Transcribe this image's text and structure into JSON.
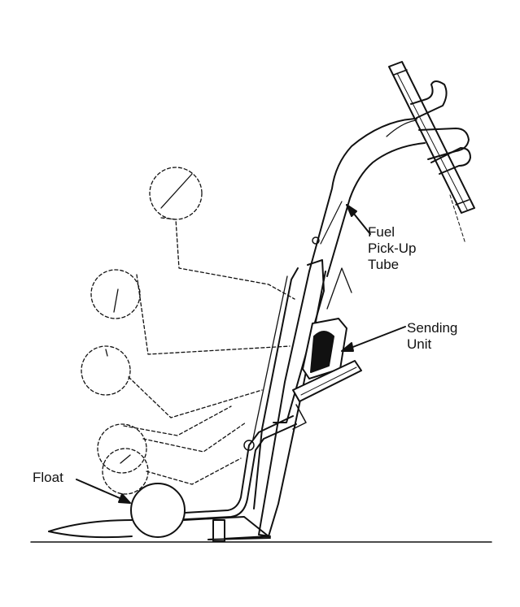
{
  "labels": {
    "fuel_pickup_tube": [
      "Fuel",
      "Pick-Up",
      "Tube"
    ],
    "sending_unit": [
      "Sending",
      "Unit"
    ],
    "float": "Float"
  },
  "colors": {
    "ink": "#111111",
    "background": "#ffffff"
  }
}
